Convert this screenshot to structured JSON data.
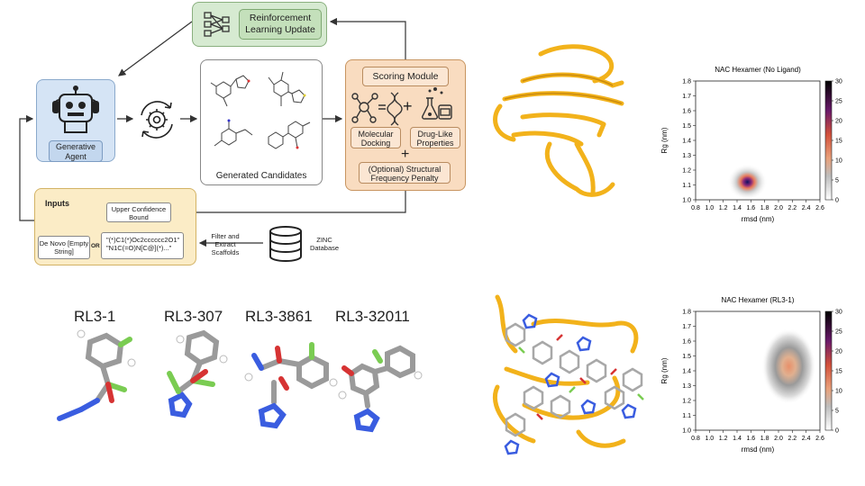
{
  "workflow": {
    "rl_update": "Reinforcement Learning Update",
    "agent": "Generative Agent",
    "candidates": "Generated Candidates",
    "scoring_module": "Scoring Module",
    "docking": "Molecular Docking",
    "druglike": "Drug-Like Properties",
    "penalty": "(Optional) Structural Frequency Penalty",
    "plus": "+",
    "inputs_title": "Inputs",
    "ucb": "Upper Confidence Bound",
    "denovo": "De Novo [Empty String]",
    "or": "OR",
    "smiles_1": "\"(*)C1(*)Oc2cccccc2O1\"",
    "smiles_2": "\"N1C(=O)N[C@](*)...\"",
    "filter": "Filter and Extract Scaffolds",
    "zinc": "ZINC Database"
  },
  "molecules": [
    "RL3-1",
    "RL3-307",
    "RL3-3861",
    "RL3-32011"
  ],
  "colors": {
    "rl_fill": "#d6ead1",
    "agent_fill": "#d5e4f5",
    "scoring_fill": "#f9dcc0",
    "inputs_fill": "#fbecc6",
    "protein": "#f2b21b"
  },
  "chart_data": [
    {
      "type": "heatmap",
      "title": "NAC Hexamer (No Ligand)",
      "xlabel": "rmsd (nm)",
      "ylabel": "Rg (nm)",
      "x_ticks": [
        "0.8",
        "1.0",
        "1.2",
        "1.4",
        "1.6",
        "1.8",
        "2.0",
        "2.2",
        "2.4",
        "2.6"
      ],
      "y_ticks": [
        "1.0",
        "1.1",
        "1.2",
        "1.3",
        "1.4",
        "1.5",
        "1.6",
        "1.7",
        "1.8"
      ],
      "xlim": [
        0.8,
        2.6
      ],
      "ylim": [
        1.0,
        1.8
      ],
      "colorbar_ticks": [
        "0",
        "5",
        "10",
        "15",
        "20",
        "25",
        "30"
      ],
      "peak": {
        "x": 1.55,
        "y": 1.12,
        "value": 30
      }
    },
    {
      "type": "heatmap",
      "title": "NAC Hexamer (RL3-1)",
      "xlabel": "rmsd (nm)",
      "ylabel": "Rg (nm)",
      "x_ticks": [
        "0.8",
        "1.0",
        "1.2",
        "1.4",
        "1.6",
        "1.8",
        "2.0",
        "2.2",
        "2.4",
        "2.6"
      ],
      "y_ticks": [
        "1.0",
        "1.1",
        "1.2",
        "1.3",
        "1.4",
        "1.5",
        "1.6",
        "1.7",
        "1.8"
      ],
      "xlim": [
        0.8,
        2.6
      ],
      "ylim": [
        1.0,
        1.8
      ],
      "colorbar_ticks": [
        "0",
        "5",
        "10",
        "15",
        "20",
        "25",
        "30"
      ],
      "peak": {
        "x": 2.15,
        "y": 1.43,
        "value": 12
      }
    }
  ]
}
